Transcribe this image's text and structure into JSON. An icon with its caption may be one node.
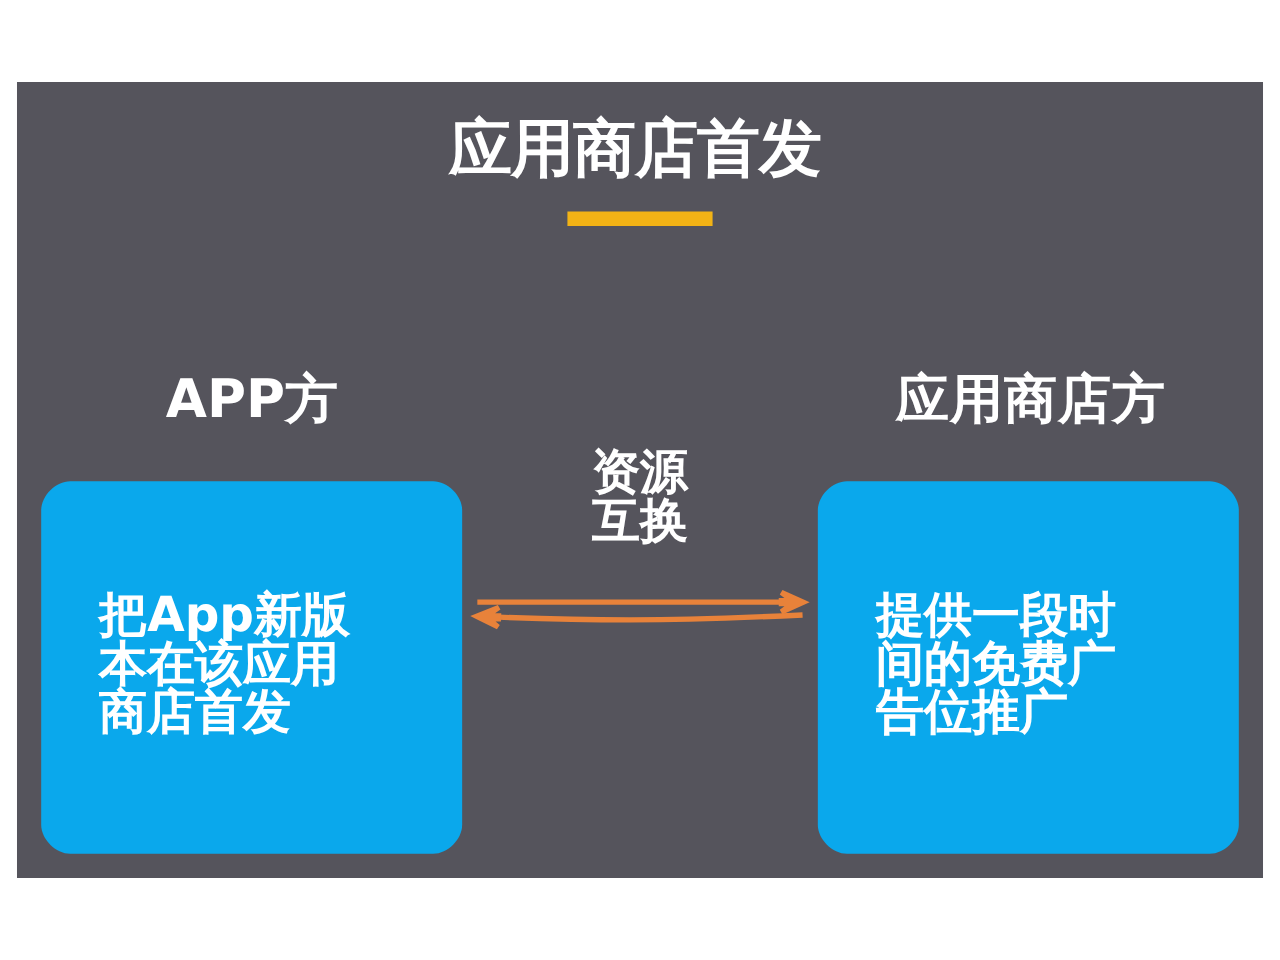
{
  "diagram": {
    "title": "应用商店首发",
    "nodes": [
      {
        "text": [
          "APP方",
          "把App新版本在该应用商店首发"
        ]
      },
      {
        "text": [
          "应用商店方",
          "提供一段时间的免费广告位推广"
        ]
      }
    ],
    "edges": [
      {
        "from": 0,
        "to": 1,
        "arrow": "to",
        "label": "资源互换"
      },
      {
        "from": 1,
        "to": 0,
        "arrow": "to"
      }
    ]
  }
}
